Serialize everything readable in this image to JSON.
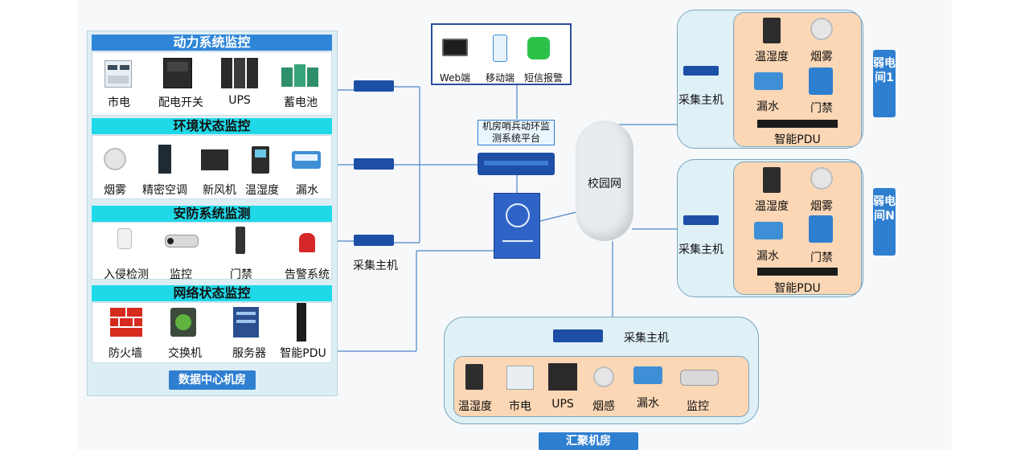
{
  "data_center": {
    "power": {
      "title": "动力系统监控",
      "items": [
        "市电",
        "配电开关",
        "UPS",
        "蓄电池"
      ]
    },
    "env": {
      "title": "环境状态监控",
      "items": [
        "烟雾",
        "精密空调",
        "新风机",
        "温湿度",
        "漏水"
      ]
    },
    "security": {
      "title": "安防系统监测",
      "items": [
        "入侵检测",
        "监控",
        "门禁",
        "告警系统"
      ]
    },
    "network": {
      "title": "网络状态监控",
      "items": [
        "防火墙",
        "交换机",
        "服务器",
        "智能PDU"
      ]
    },
    "footer": "数据中心机房"
  },
  "collector_label": "采集主机",
  "clients": [
    "Web端",
    "移动端",
    "短信报警"
  ],
  "platform_label": "机房哨兵动环监测系统平台",
  "cloud_label": "校园网",
  "weak_room_1": {
    "collector": "采集主机",
    "items": [
      "温湿度",
      "烟雾",
      "漏水",
      "门禁"
    ],
    "pdu": "智能PDU",
    "badge": "弱电间1"
  },
  "weak_room_n": {
    "collector": "采集主机",
    "items": [
      "温湿度",
      "烟雾",
      "漏水",
      "门禁"
    ],
    "pdu": "智能PDU",
    "badge": "弱电间N"
  },
  "aggregation_room": {
    "collector": "采集主机",
    "items": [
      "温湿度",
      "市电",
      "UPS",
      "烟感",
      "漏水",
      "监控"
    ],
    "badge": "汇聚机房"
  },
  "colors": {
    "title_blue": "#2f86d8",
    "title_cyan": "#1fd8e8",
    "badge_blue": "#2f7fd1",
    "room_inner": "#fbd7b5"
  }
}
